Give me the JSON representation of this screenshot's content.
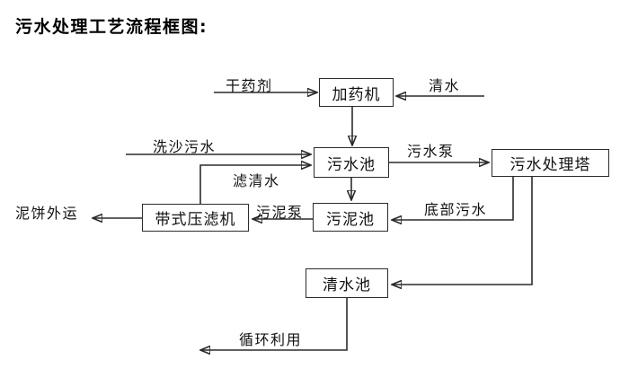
{
  "title": "污水处理工艺流程框图:",
  "nodes": {
    "dosing_machine": "加药机",
    "sewage_pool": "污水池",
    "sewage_treatment_tower": "污水处理塔",
    "sludge_pool": "污泥池",
    "belt_filter_press": "带式压滤机",
    "clean_water_pool": "清水池"
  },
  "flow_labels": {
    "dry_agent": "干药剂",
    "clean_water": "清水",
    "sand_washing_sewage": "洗沙污水",
    "filtered_water": "滤清水",
    "sewage_pump": "污水泵",
    "bottom_sewage": "底部污水",
    "sludge_pump": "污泥泵",
    "mud_cake_outbound": "泥饼外运",
    "recycling": "循环利用"
  },
  "colors": {
    "background": "#ffffff",
    "line": "#2b2b2b",
    "text": "#000000"
  }
}
